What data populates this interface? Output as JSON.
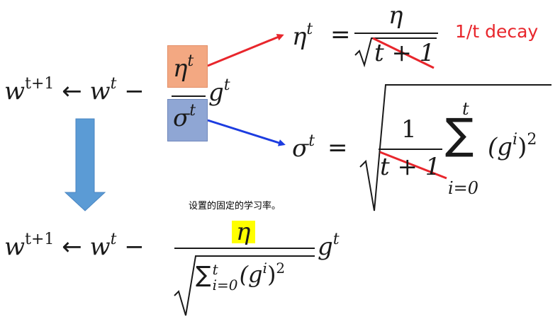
{
  "colors": {
    "eta_box": "#f3a882",
    "eta_box_border": "#e38e66",
    "sigma_box": "#8fa6d4",
    "sigma_box_border": "#6f87bb",
    "red_arrow": "#e8262c",
    "blue_arrow": "#1c3ce0",
    "down_arrow": "#5b9bd5",
    "strike": "#e8262c",
    "highlight": "#ffff00",
    "decay_text": "#e8262c"
  },
  "top_formula": {
    "w": "w",
    "t_plus_1": "t+1",
    "arrow": "←",
    "t": "t",
    "minus": "−",
    "eta": "η",
    "sigma": "σ",
    "g": "g"
  },
  "eta_formula": {
    "eta": "η",
    "t": "t",
    "equals": "=",
    "numerator": "η",
    "denominator": "t + 1"
  },
  "decay_label": "1/t decay",
  "sigma_formula": {
    "sigma": "σ",
    "t": "t",
    "equals": "=",
    "one": "1",
    "denominator": "t + 1",
    "sum_symbol": "∑",
    "sum_upper": "t",
    "sum_lower": "i=0",
    "term": "(g",
    "i": "i",
    "close": ")",
    "two": "2"
  },
  "note": "设置的固定的学习率。",
  "bottom_formula": {
    "w": "w",
    "t_plus_1": "t+1",
    "arrow": "←",
    "t": "t",
    "minus": "−",
    "eta": "η",
    "sum_symbol": "∑",
    "sum_upper": "t",
    "sum_lower": "i=0",
    "term": "(g",
    "i": "i",
    "close": ")",
    "two": "2",
    "g": "g"
  }
}
